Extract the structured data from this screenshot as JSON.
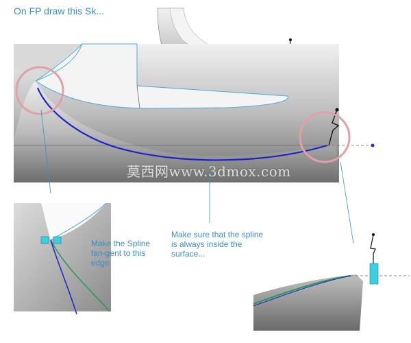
{
  "title": "On FP draw this Sk...",
  "annotations": {
    "tangent_note": "Make the Spline tan-gent to this edge",
    "inside_note": "Make sure that the spline is always inside the surface..."
  },
  "watermark": "莫西网www.3dmox.com",
  "colors": {
    "accent_text": "#3a8fbf",
    "spline": "#1a22c8",
    "highlight_circle": "#e0a0a8",
    "surface_edge": "#4aa8d8",
    "guide_green": "#2a9a5a",
    "relation_badge": "#3ad0e0"
  },
  "icons": [
    "tangent-relation-icon",
    "coincident-relation-icon",
    "dimension-handle-icon"
  ]
}
